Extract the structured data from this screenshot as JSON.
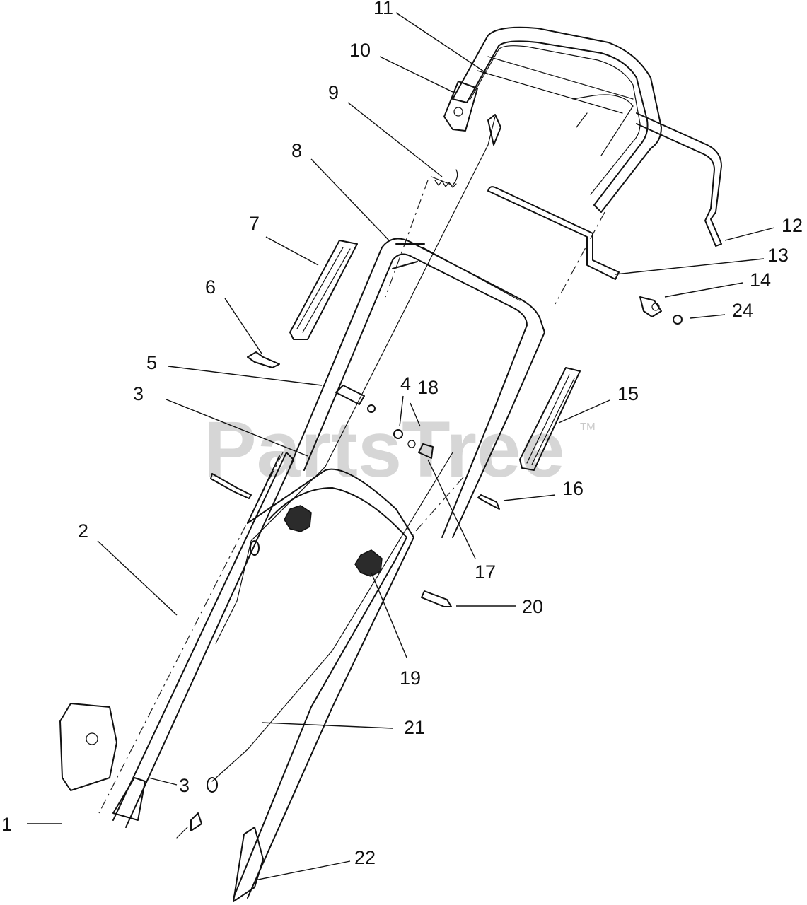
{
  "watermark": {
    "text": "PartsTree",
    "tm": "TM"
  },
  "callouts": {
    "c1": "1",
    "c2": "2",
    "c3a": "3",
    "c3b": "3",
    "c4": "4",
    "c5": "5",
    "c6": "6",
    "c7": "7",
    "c8": "8",
    "c9": "9",
    "c10": "10",
    "c11": "11",
    "c12": "12",
    "c13": "13",
    "c14": "14",
    "c15": "15",
    "c16": "16",
    "c17": "17",
    "c18": "18",
    "c19": "19",
    "c20": "20",
    "c21": "21",
    "c22": "22",
    "c24": "24"
  }
}
